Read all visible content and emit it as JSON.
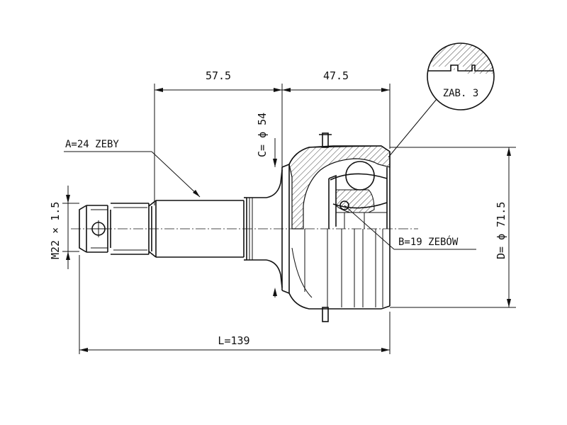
{
  "dimensions": {
    "shaft_length": "57.5",
    "housing_length": "47.5",
    "total_length": "L=139",
    "shaft_diameter": "C= ϕ 54",
    "housing_diameter": "D= ϕ 71.5",
    "thread": "M22 × 1.5"
  },
  "labels": {
    "outer_teeth": "A=24 ZEBY",
    "inner_teeth": "B=19 ZEBÓW",
    "detail_callout": "ZAB. 3"
  }
}
